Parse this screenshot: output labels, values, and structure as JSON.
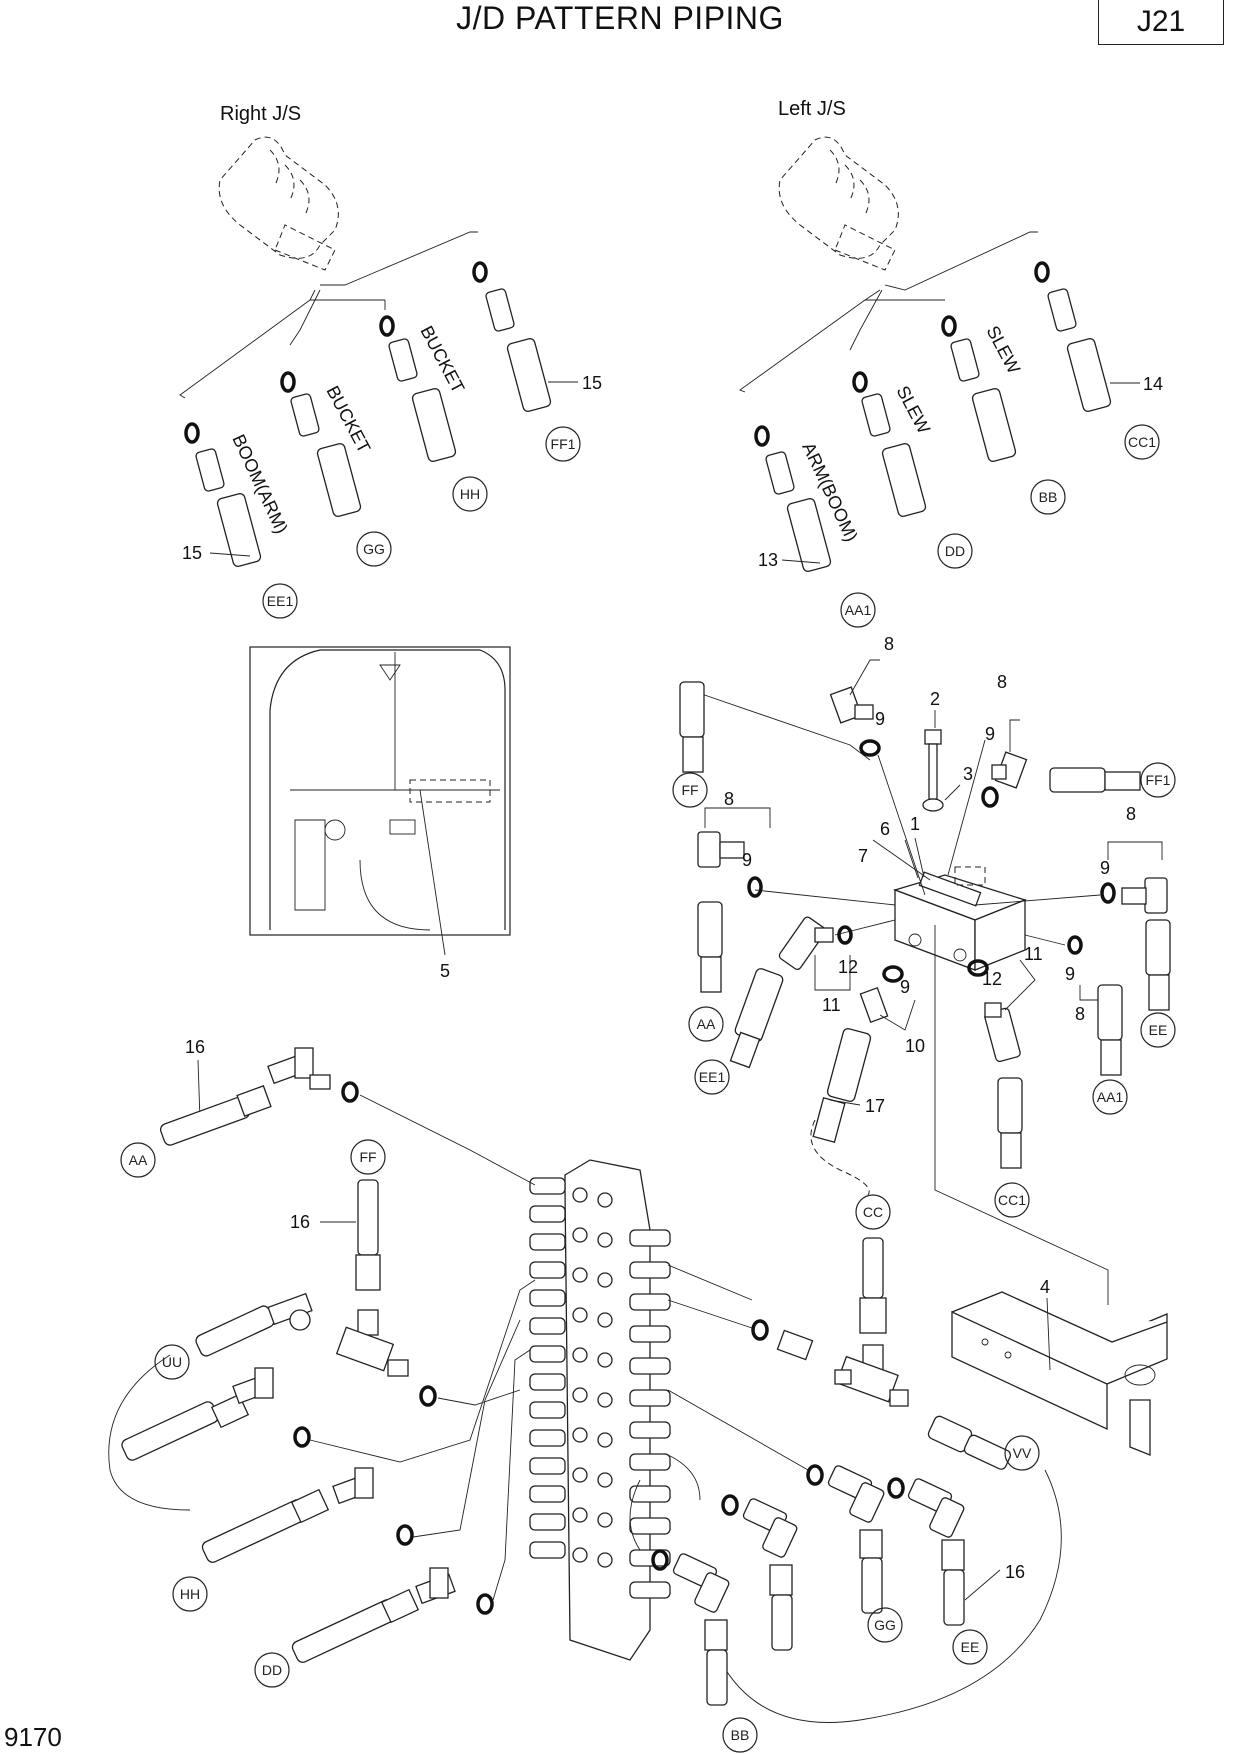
{
  "header": {
    "title": "J/D PATTERN PIPING",
    "page_code": "J21"
  },
  "footer": {
    "figure_number": "9170"
  },
  "assemblies": {
    "right_js": "Right J/S",
    "left_js": "Left J/S"
  },
  "hose_functions": {
    "boom_arm": "BOOM(ARM)",
    "bucket_1": "BUCKET",
    "bucket_2": "BUCKET",
    "arm_boom": "ARM(BOOM)",
    "slew_1": "SLEW",
    "slew_2": "SLEW"
  },
  "connection_tags": {
    "ee1_a": "EE1",
    "gg_a": "GG",
    "hh_a": "HH",
    "ff1_a": "FF1",
    "aa1_a": "AA1",
    "dd_a": "DD",
    "bb_a": "BB",
    "cc1_a": "CC1",
    "ff_b": "FF",
    "ff1_b": "FF1",
    "aa_b": "AA",
    "ee1_b": "EE1",
    "aa1_b": "AA1",
    "ee_b": "EE",
    "cc1_b": "CC1",
    "aa_c": "AA",
    "ff_c": "FF",
    "uu_c": "UU",
    "hh_c": "HH",
    "dd_c": "DD",
    "cc_c": "CC",
    "vv_c": "VV",
    "gg_c": "GG",
    "ee_c": "EE",
    "bb_c": "BB"
  },
  "part_numbers": {
    "p15_a": "15",
    "p15_b": "15",
    "p14": "14",
    "p13": "13",
    "p5": "5",
    "p8_a": "8",
    "p9_a": "9",
    "p2": "2",
    "p8_b": "8",
    "p9_b": "9",
    "p3": "3",
    "p6": "6",
    "p1": "1",
    "p7": "7",
    "p8_c": "8",
    "p9_c": "9",
    "p8_d": "8",
    "p9_d": "9",
    "p12_a": "12",
    "p11_a": "11",
    "p9_e": "9",
    "p10": "10",
    "p12_b": "12",
    "p11_b": "11",
    "p9_f": "9",
    "p8_e": "8",
    "p17": "17",
    "p16_a": "16",
    "p16_b": "16",
    "p4": "4",
    "p16_c": "16"
  },
  "icons": [
    "joystick-icon",
    "cab-icon",
    "manifold-icon",
    "control-valve-icon",
    "bracket-icon",
    "hose-icon",
    "o-ring-icon",
    "elbow-fitting-icon",
    "tee-fitting-icon"
  ]
}
